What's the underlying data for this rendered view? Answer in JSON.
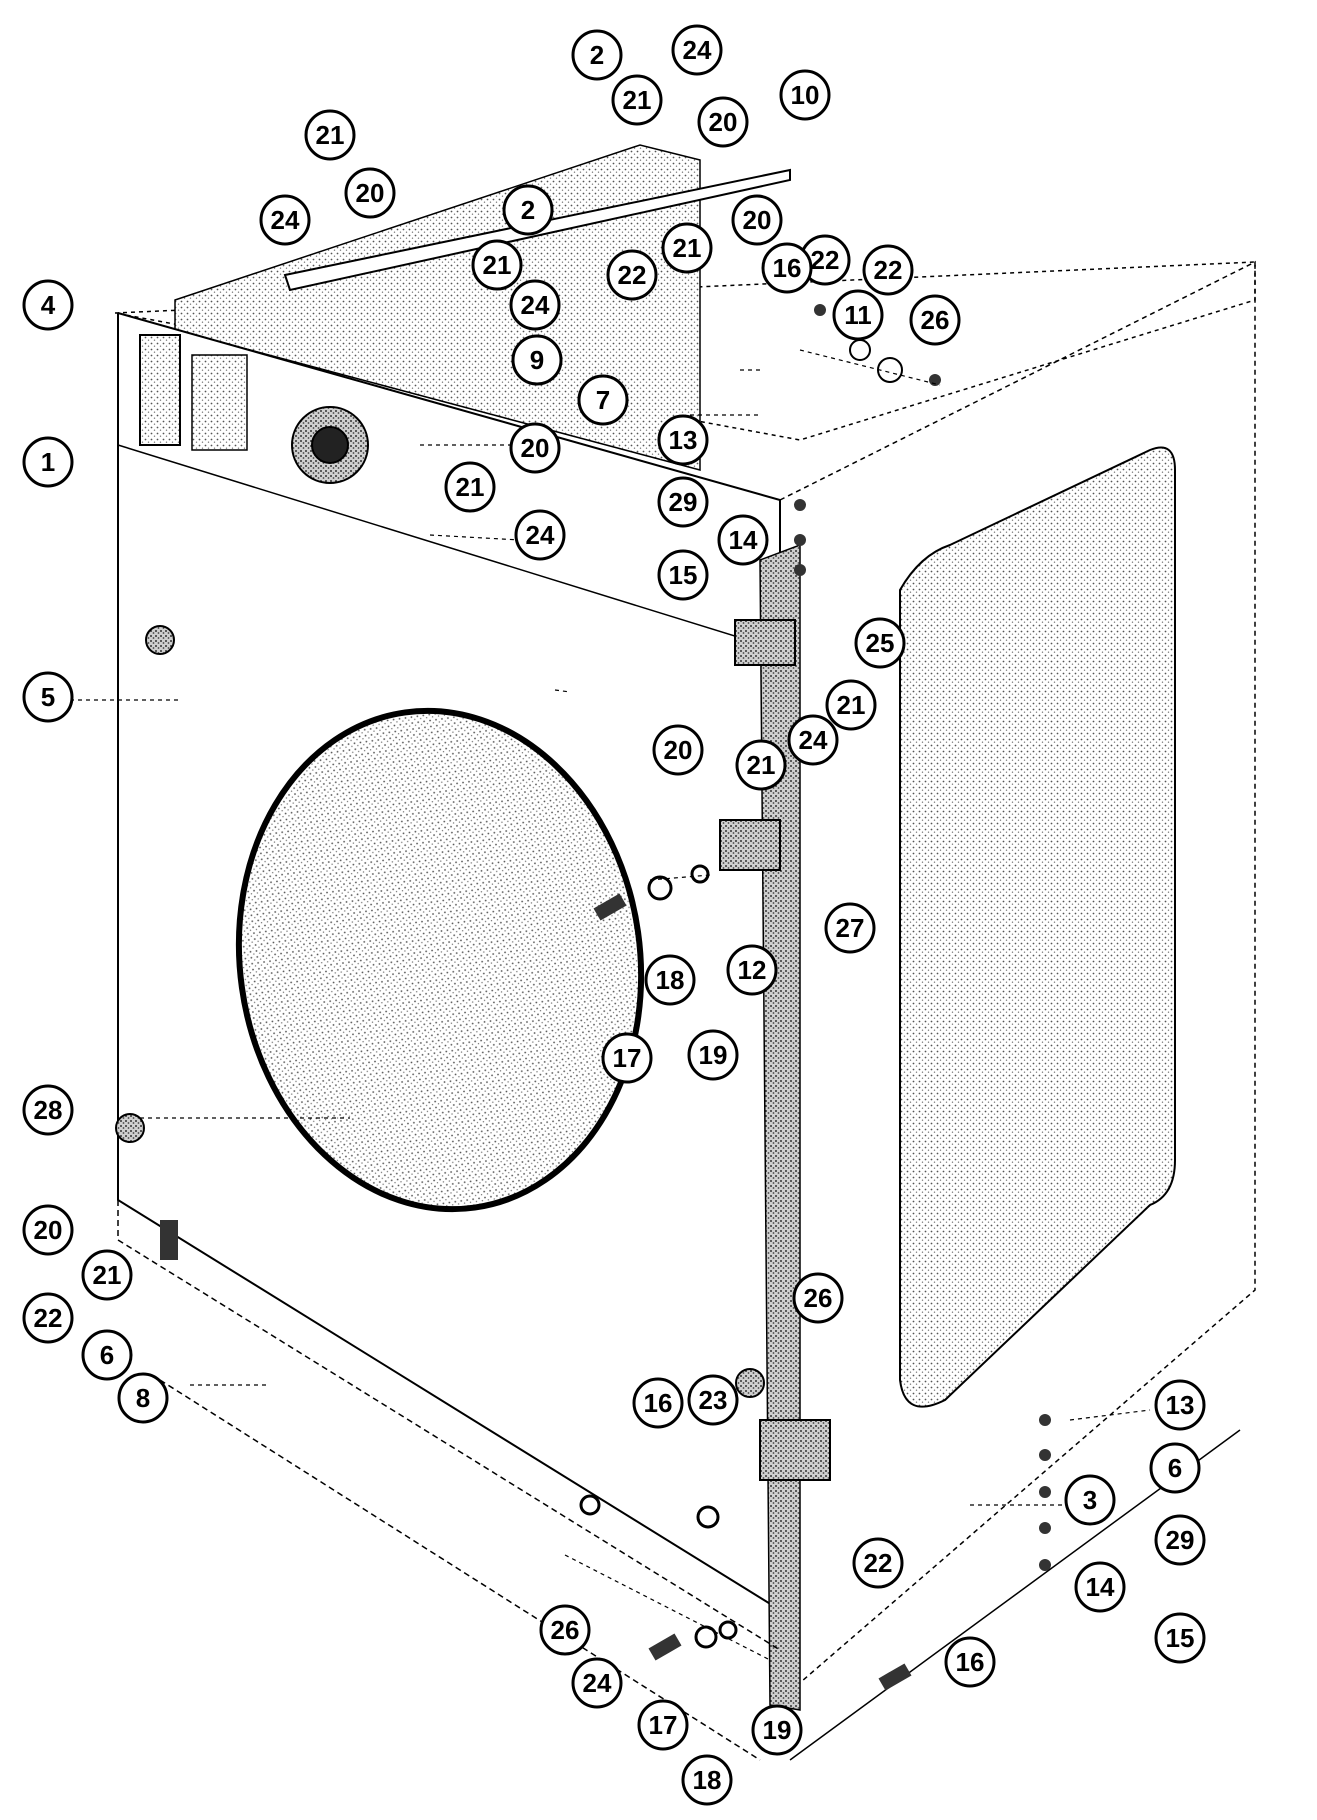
{
  "diagram": {
    "kind": "exploded-parts-view",
    "colors": {
      "ink": "#000000",
      "shade": "#9a9a9a",
      "paper": "#ffffff"
    },
    "callouts": [
      {
        "id": "c-2a",
        "label": "2"
      },
      {
        "id": "c-24a",
        "label": "24"
      },
      {
        "id": "c-21a",
        "label": "21"
      },
      {
        "id": "c-20a",
        "label": "20"
      },
      {
        "id": "c-10",
        "label": "10"
      },
      {
        "id": "c-21b",
        "label": "21"
      },
      {
        "id": "c-20b",
        "label": "20"
      },
      {
        "id": "c-2b",
        "label": "2"
      },
      {
        "id": "c-20c",
        "label": "20"
      },
      {
        "id": "c-24b",
        "label": "24"
      },
      {
        "id": "c-21c",
        "label": "21"
      },
      {
        "id": "c-21d",
        "label": "21"
      },
      {
        "id": "c-22a",
        "label": "22"
      },
      {
        "id": "c-22b",
        "label": "22"
      },
      {
        "id": "c-22c",
        "label": "22"
      },
      {
        "id": "c-16a",
        "label": "16"
      },
      {
        "id": "c-4",
        "label": "4"
      },
      {
        "id": "c-24c",
        "label": "24"
      },
      {
        "id": "c-11",
        "label": "11"
      },
      {
        "id": "c-26a",
        "label": "26"
      },
      {
        "id": "c-9",
        "label": "9"
      },
      {
        "id": "c-7",
        "label": "7"
      },
      {
        "id": "c-1",
        "label": "1"
      },
      {
        "id": "c-20d",
        "label": "20"
      },
      {
        "id": "c-13a",
        "label": "13"
      },
      {
        "id": "c-21e",
        "label": "21"
      },
      {
        "id": "c-29a",
        "label": "29"
      },
      {
        "id": "c-24d",
        "label": "24"
      },
      {
        "id": "c-14a",
        "label": "14"
      },
      {
        "id": "c-15a",
        "label": "15"
      },
      {
        "id": "c-25",
        "label": "25"
      },
      {
        "id": "c-5",
        "label": "5"
      },
      {
        "id": "c-21f",
        "label": "21"
      },
      {
        "id": "c-20e",
        "label": "20"
      },
      {
        "id": "c-24e",
        "label": "24"
      },
      {
        "id": "c-21g",
        "label": "21"
      },
      {
        "id": "c-27",
        "label": "27"
      },
      {
        "id": "c-18a",
        "label": "18"
      },
      {
        "id": "c-12",
        "label": "12"
      },
      {
        "id": "c-17a",
        "label": "17"
      },
      {
        "id": "c-19a",
        "label": "19"
      },
      {
        "id": "c-28",
        "label": "28"
      },
      {
        "id": "c-20f",
        "label": "20"
      },
      {
        "id": "c-21h",
        "label": "21"
      },
      {
        "id": "c-22d",
        "label": "22"
      },
      {
        "id": "c-6a",
        "label": "6"
      },
      {
        "id": "c-8",
        "label": "8"
      },
      {
        "id": "c-26b",
        "label": "26"
      },
      {
        "id": "c-23",
        "label": "23"
      },
      {
        "id": "c-16b",
        "label": "16"
      },
      {
        "id": "c-13b",
        "label": "13"
      },
      {
        "id": "c-3",
        "label": "3"
      },
      {
        "id": "c-6b",
        "label": "6"
      },
      {
        "id": "c-29b",
        "label": "29"
      },
      {
        "id": "c-22e",
        "label": "22"
      },
      {
        "id": "c-14b",
        "label": "14"
      },
      {
        "id": "c-26c",
        "label": "26"
      },
      {
        "id": "c-15b",
        "label": "15"
      },
      {
        "id": "c-24f",
        "label": "24"
      },
      {
        "id": "c-16c",
        "label": "16"
      },
      {
        "id": "c-17b",
        "label": "17"
      },
      {
        "id": "c-19b",
        "label": "19"
      },
      {
        "id": "c-18b",
        "label": "18"
      }
    ]
  }
}
